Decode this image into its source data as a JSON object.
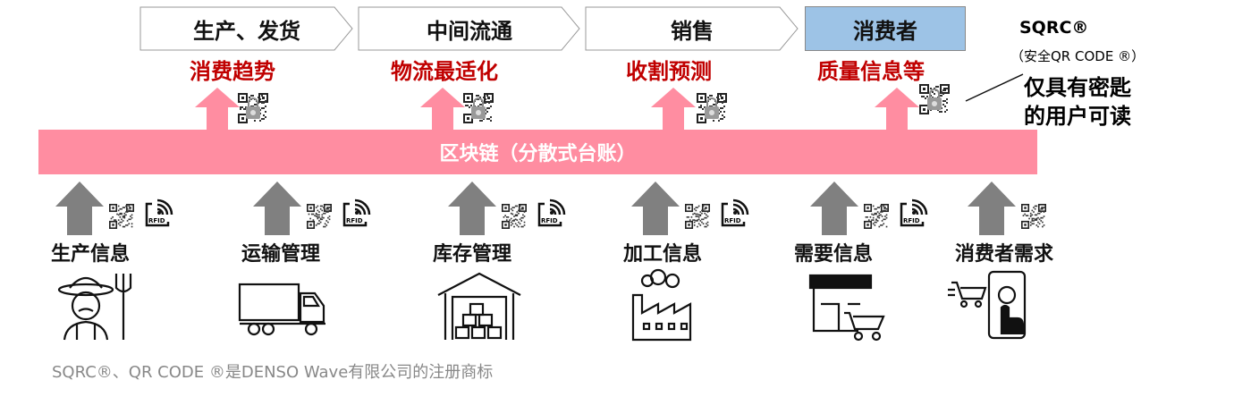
{
  "stages": [
    {
      "label": "生产、发货",
      "sub": "消费趋势"
    },
    {
      "label": "中间流通",
      "sub": "物流最适化"
    },
    {
      "label": "销售",
      "sub": "收割预测"
    },
    {
      "label": "消费者",
      "sub": "质量信息等"
    }
  ],
  "band": {
    "label": "区块链（分散式台账）"
  },
  "sqrc": {
    "title": "SQRC®",
    "subtitle": "（安全QR CODE ®）",
    "line1": "仅具有密匙",
    "line2": "的用户可读"
  },
  "inputs": [
    {
      "label": "生产信息",
      "icon": "farmer-icon",
      "rfid": true
    },
    {
      "label": "运输管理",
      "icon": "truck-icon",
      "rfid": true
    },
    {
      "label": "库存管理",
      "icon": "warehouse-icon",
      "rfid": true
    },
    {
      "label": "加工信息",
      "icon": "factory-icon",
      "rfid": true
    },
    {
      "label": "需要信息",
      "icon": "store-icon",
      "rfid": true
    },
    {
      "label": "消费者需求",
      "icon": "smartphone-shopping-icon",
      "rfid": false
    }
  ],
  "rfid_text": "RFID",
  "footer": "SQRC®、QR CODE ®是DENSO Wave有限公司的注册商标",
  "colors": {
    "pink": "#ff8da1",
    "red": "#c00000",
    "blue": "#9dc3e6",
    "gray": "#808080"
  }
}
